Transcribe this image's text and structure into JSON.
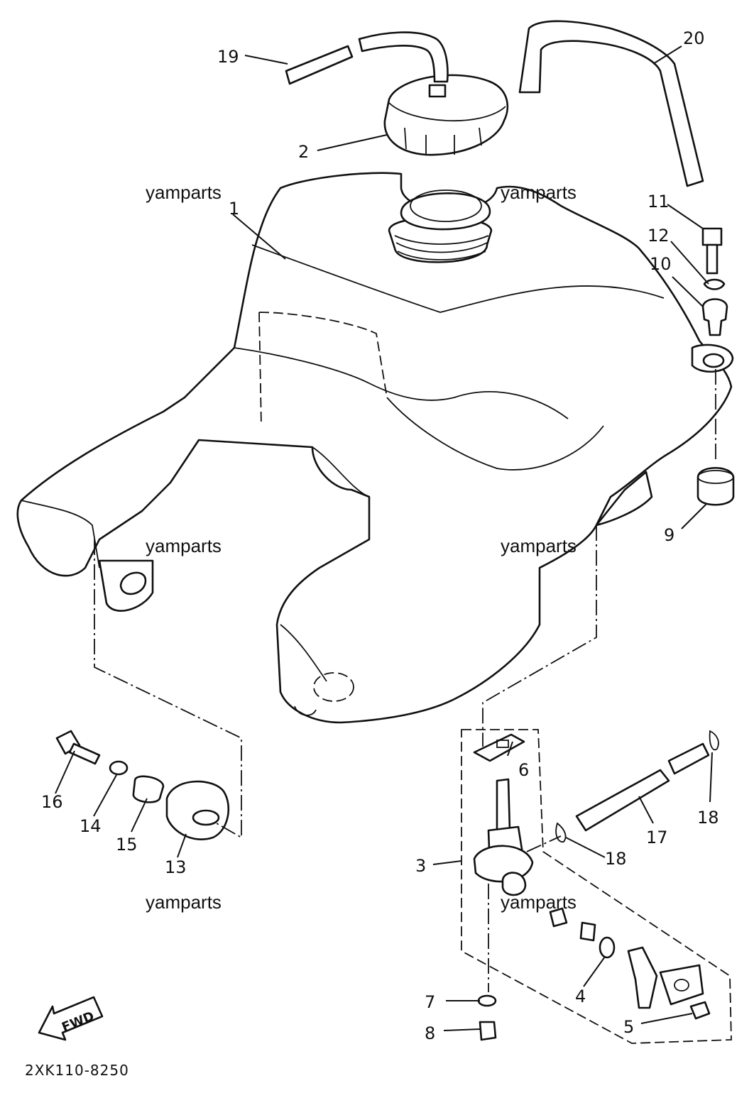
{
  "diagram": {
    "code": "2XK110-8250",
    "fwd_label": "FWD",
    "watermarks": [
      "yamparts",
      "yamparts",
      "yamparts",
      "yamparts",
      "yamparts",
      "yamparts"
    ],
    "callouts": {
      "p1": "1",
      "p2": "2",
      "p3": "3",
      "p4": "4",
      "p5": "5",
      "p6": "6",
      "p7": "7",
      "p8": "8",
      "p9": "9",
      "p10": "10",
      "p11": "11",
      "p12": "12",
      "p13": "13",
      "p14": "14",
      "p15": "15",
      "p16": "16",
      "p17": "17",
      "p18a": "18",
      "p18b": "18",
      "p19": "19",
      "p20": "20"
    }
  }
}
